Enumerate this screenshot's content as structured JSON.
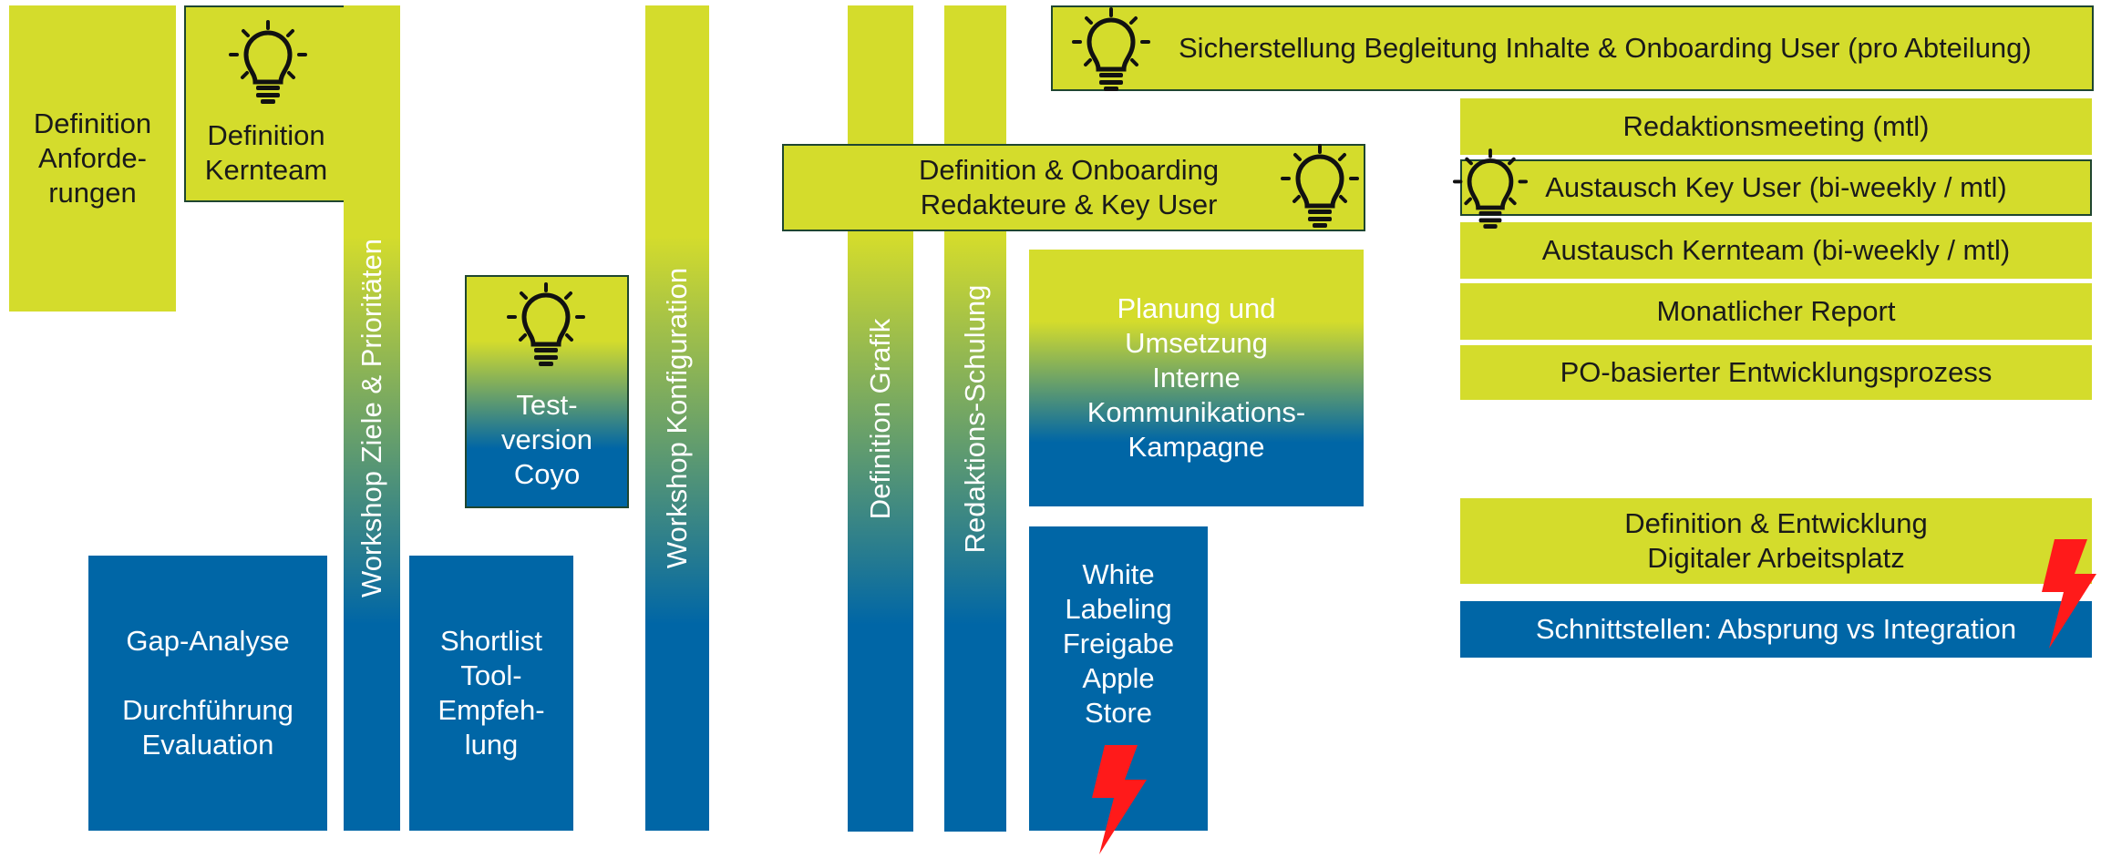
{
  "boxes": {
    "definition_anforderungen": [
      "Definition",
      "Anforde-",
      "rungen"
    ],
    "definition_kernteam": [
      "Definition",
      "Kernteam"
    ],
    "workshop_ziele": "Workshop Ziele & Prioritäten",
    "testversion": [
      "Test-",
      "version",
      "Coyo"
    ],
    "workshop_konfiguration": "Workshop Konfiguration",
    "gap_analyse": [
      "Gap-Analyse",
      "",
      "Durchführung",
      "Evaluation"
    ],
    "shortlist": [
      "Shortlist",
      "Tool-",
      "Empfeh-",
      "lung"
    ],
    "definition_onboarding": [
      "Definition & Onboarding",
      "Redakteure & Key User"
    ],
    "definition_grafik": "Definition Grafik",
    "redaktions_schulung": "Redaktions-Schulung",
    "planung": [
      "Planung und",
      "Umsetzung",
      "Interne",
      "Kommunikations-",
      "Kampagne"
    ],
    "white_labeling": [
      "White",
      "Labeling",
      "Freigabe",
      "Apple",
      "Store"
    ],
    "sicherstellung": "Sicherstellung Begleitung Inhalte & Onboarding User (pro Abteilung)",
    "redaktionsmeeting": "Redaktionsmeeting (mtl)",
    "austausch_key_user": "Austausch Key User (bi-weekly / mtl)",
    "austausch_kernteam": "Austausch Kernteam (bi-weekly / mtl)",
    "monatlicher_report": "Monatlicher Report",
    "po_prozess": "PO-basierter Entwicklungsprozess",
    "digitaler_arbeitsplatz": [
      "Definition & Entwicklung",
      "Digitaler Arbeitsplatz"
    ],
    "schnittstellen": "Schnittstellen: Absprung vs Integration"
  },
  "icons": {
    "idea": "lightbulb-icon",
    "risk": "lightning-bolt-icon"
  },
  "colors": {
    "lime": "#d4dc2c",
    "blue": "#0066a6",
    "risk": "#ff1a1a",
    "outline": "#1f4630"
  }
}
